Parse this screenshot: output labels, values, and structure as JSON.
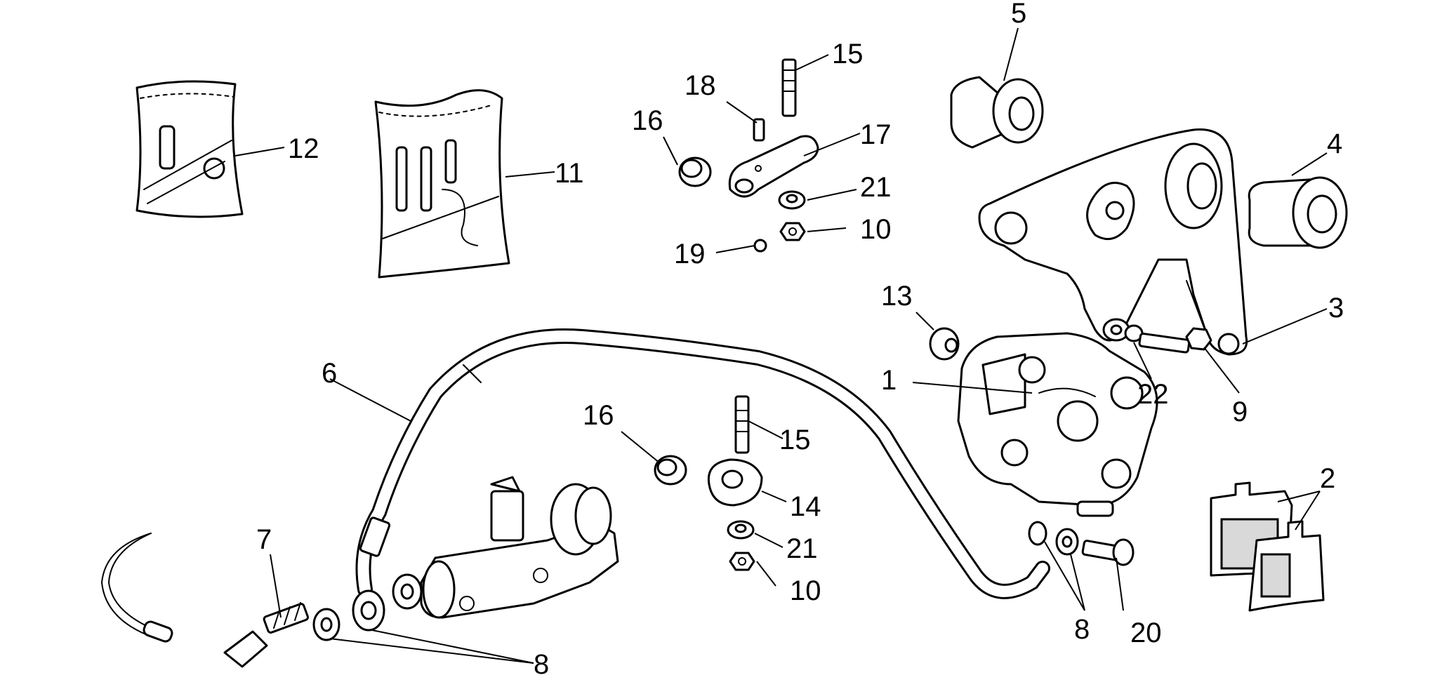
{
  "callouts": {
    "c1": "1",
    "c2": "2",
    "c3": "3",
    "c4": "4",
    "c5": "5",
    "c6": "6",
    "c7": "7",
    "c8a": "8",
    "c8b": "8",
    "c9": "9",
    "c10a": "10",
    "c10b": "10",
    "c11": "11",
    "c12": "12",
    "c13": "13",
    "c14": "14",
    "c15a": "15",
    "c15b": "15",
    "c16a": "16",
    "c16b": "16",
    "c17": "17",
    "c18": "18",
    "c19": "19",
    "c20": "20",
    "c21a": "21",
    "c21b": "21",
    "c22": "22"
  },
  "colors": {
    "line": "#000000",
    "background": "#ffffff"
  }
}
